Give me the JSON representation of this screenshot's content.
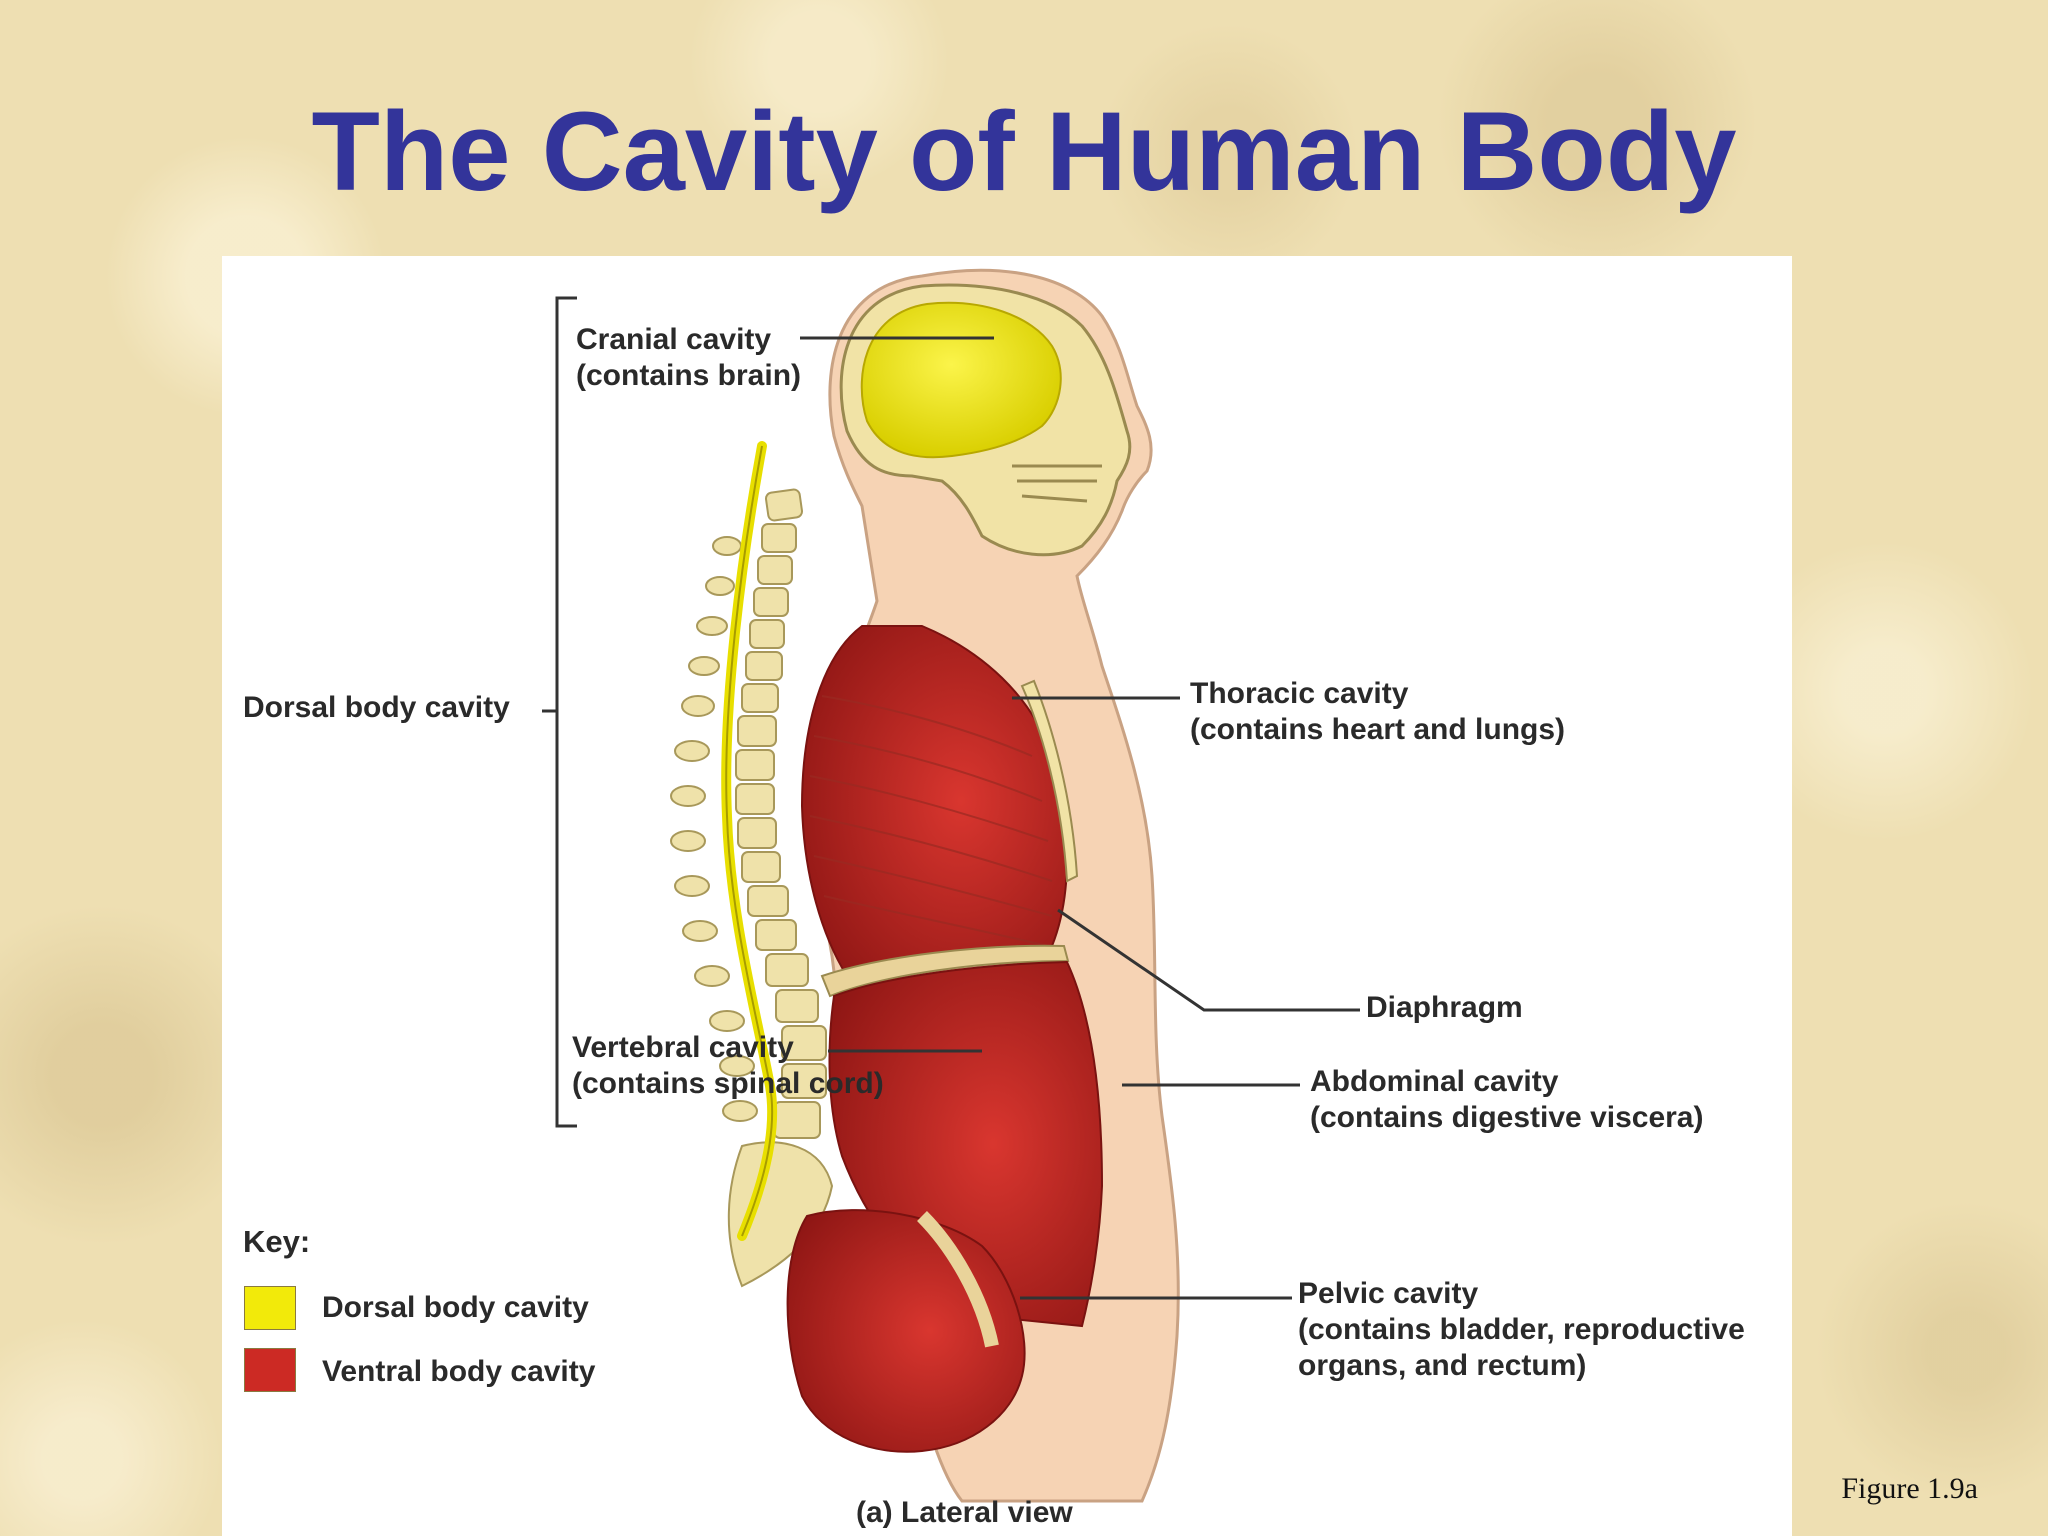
{
  "title": "The Cavity of Human Body",
  "labels": {
    "cranial": {
      "line1": "Cranial cavity",
      "line2": "(contains brain)"
    },
    "dorsal": {
      "line1": "Dorsal body cavity"
    },
    "thoracic": {
      "line1": "Thoracic cavity",
      "line2": "(contains heart and lungs)"
    },
    "diaphragm": {
      "line1": "Diaphragm"
    },
    "vertebral": {
      "line1": "Vertebral cavity",
      "line2": "(contains spinal cord)"
    },
    "abdominal": {
      "line1": "Abdominal cavity",
      "line2": "(contains digestive viscera)"
    },
    "pelvic": {
      "line1": "Pelvic cavity",
      "line2": "(contains bladder, reproductive",
      "line3": "organs, and rectum)"
    }
  },
  "key": {
    "title": "Key:",
    "items": [
      {
        "label": "Dorsal body cavity",
        "color": "#f2ea0a"
      },
      {
        "label": "Ventral body cavity",
        "color": "#cc2a24"
      }
    ]
  },
  "caption": "(a) Lateral view",
  "figure_ref": "Figure 1.9a",
  "colors": {
    "title": "#33349a",
    "skin": "#f6d3b4",
    "dorsal": "#f2ea0a",
    "ventral": "#cc2a24",
    "bone": "#f1e3a6"
  }
}
